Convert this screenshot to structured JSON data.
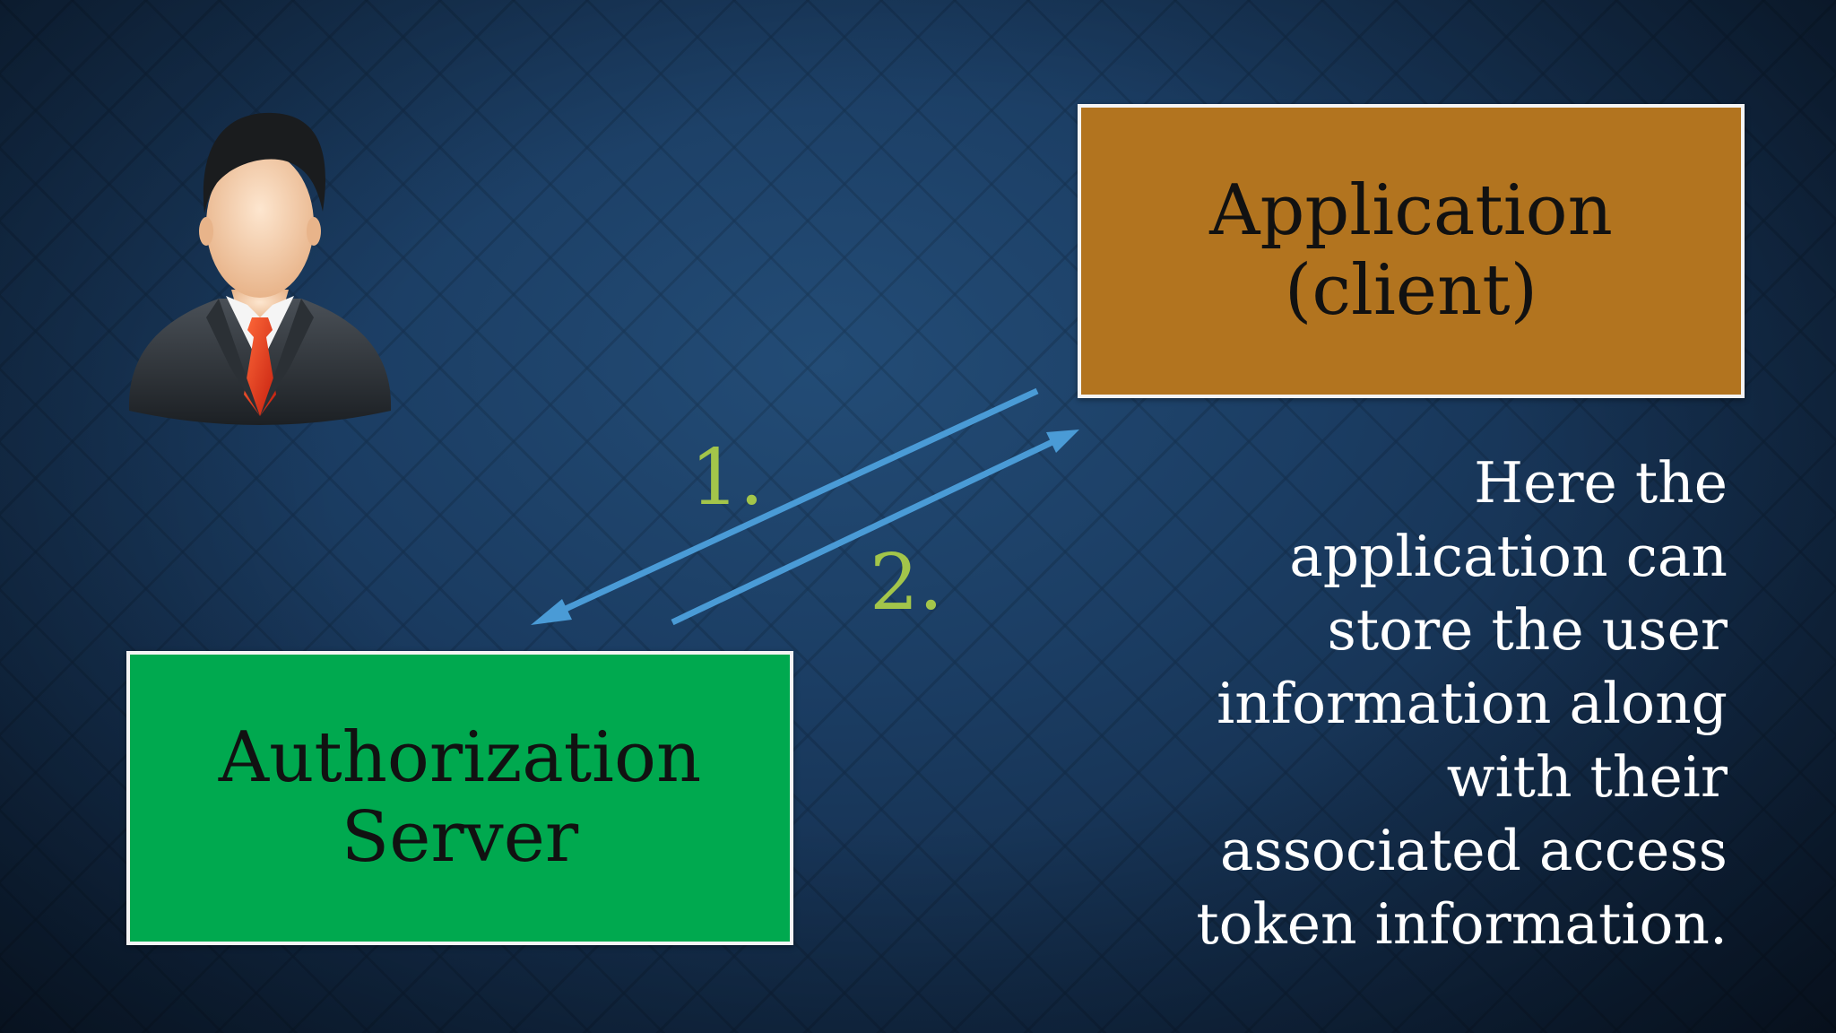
{
  "nodes": {
    "application": {
      "line1": "Application",
      "line2": "(client)",
      "color": "#b2741f"
    },
    "auth_server": {
      "line1": "Authorization",
      "line2": "Server",
      "color": "#00a94f"
    }
  },
  "steps": {
    "step1": "1.",
    "step2": "2."
  },
  "description": {
    "lines": [
      "Here the",
      "application can",
      "store the user",
      "information along",
      "with their",
      "associated access",
      "token information."
    ]
  },
  "icons": {
    "user": "businessman-avatar-icon"
  },
  "colors": {
    "arrow": "#4a9bd6",
    "step_label": "#a3c54a",
    "box_border": "#f4f4f4"
  }
}
